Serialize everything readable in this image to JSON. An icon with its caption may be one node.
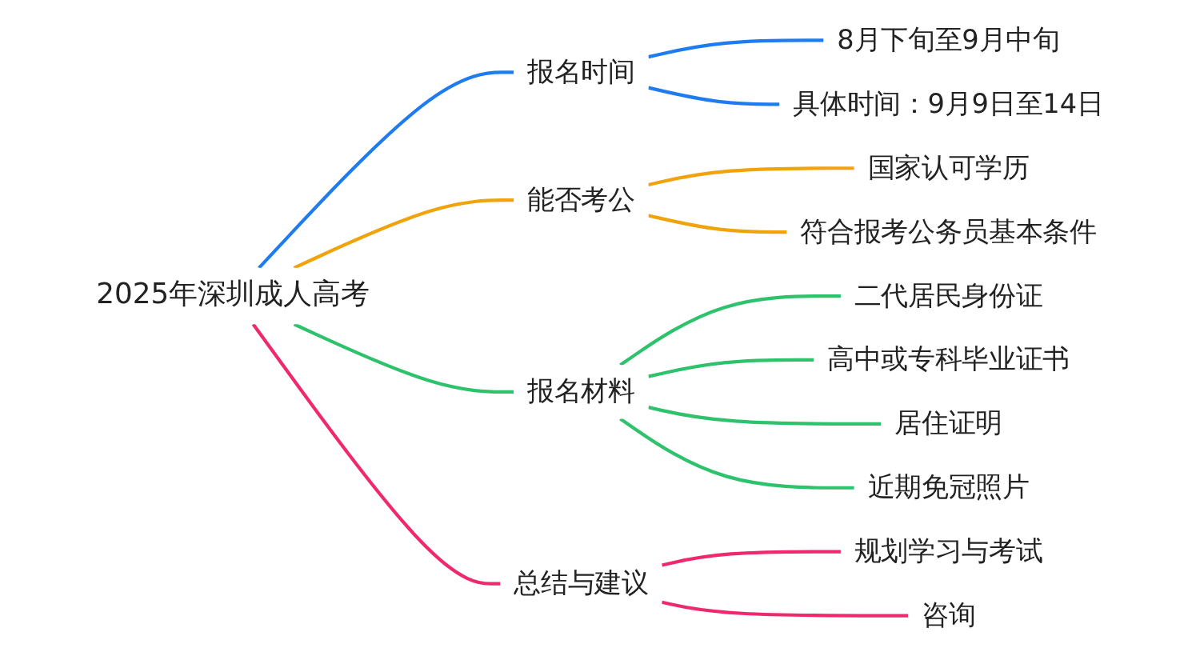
{
  "diagram": {
    "nodes": [
      {
        "text": [
          "2025年深圳成人高考"
        ]
      },
      {
        "text": [
          "报名时间"
        ]
      },
      {
        "text": [
          "8月下旬至9月中旬"
        ]
      },
      {
        "text": [
          "具体时间：9月9日至14日"
        ]
      },
      {
        "text": [
          "能否考公"
        ]
      },
      {
        "text": [
          "国家认可学历"
        ]
      },
      {
        "text": [
          "符合报考公务员基本条件"
        ]
      },
      {
        "text": [
          "报名材料"
        ]
      },
      {
        "text": [
          "二代居民身份证"
        ]
      },
      {
        "text": [
          "高中或专科毕业证书"
        ]
      },
      {
        "text": [
          "居住证明"
        ]
      },
      {
        "text": [
          "近期免冠照片"
        ]
      },
      {
        "text": [
          "总结与建议"
        ]
      },
      {
        "text": [
          "规划学习与考试"
        ]
      },
      {
        "text": [
          "咨询"
        ]
      }
    ],
    "edges": [
      {
        "from": 0,
        "to": 1,
        "arrow": "none",
        "color": "#1e7bf0"
      },
      {
        "from": 1,
        "to": 2,
        "arrow": "none",
        "color": "#1e7bf0"
      },
      {
        "from": 1,
        "to": 3,
        "arrow": "none",
        "color": "#1e7bf0"
      },
      {
        "from": 0,
        "to": 4,
        "arrow": "none",
        "color": "#f0a30a"
      },
      {
        "from": 4,
        "to": 5,
        "arrow": "none",
        "color": "#f0a30a"
      },
      {
        "from": 4,
        "to": 6,
        "arrow": "none",
        "color": "#f0a30a"
      },
      {
        "from": 0,
        "to": 7,
        "arrow": "none",
        "color": "#2dc26b"
      },
      {
        "from": 7,
        "to": 8,
        "arrow": "none",
        "color": "#2dc26b"
      },
      {
        "from": 7,
        "to": 9,
        "arrow": "none",
        "color": "#2dc26b"
      },
      {
        "from": 7,
        "to": 10,
        "arrow": "none",
        "color": "#2dc26b"
      },
      {
        "from": 7,
        "to": 11,
        "arrow": "none",
        "color": "#2dc26b"
      },
      {
        "from": 0,
        "to": 12,
        "arrow": "none",
        "color": "#f0286e"
      },
      {
        "from": 12,
        "to": 13,
        "arrow": "none",
        "color": "#f0286e"
      },
      {
        "from": 12,
        "to": 14,
        "arrow": "none",
        "color": "#f0286e"
      }
    ]
  }
}
